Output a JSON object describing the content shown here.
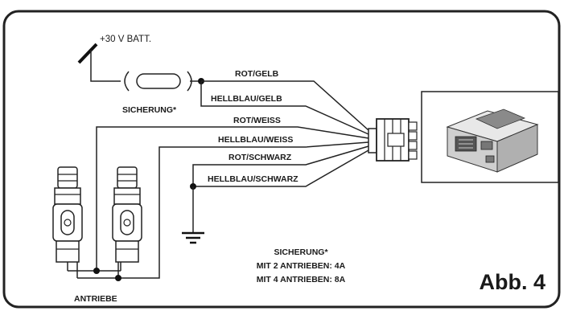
{
  "diagram": {
    "battery_label": "+30 V BATT.",
    "fuse_label": "SICHERUNG*",
    "wires": {
      "red_yellow": "ROT/GELB",
      "lightblue_yellow": "HELLBLAU/GELB",
      "red_white": "ROT/WEISS",
      "lightblue_white": "HELLBLAU/WEISS",
      "red_black": "ROT/SCHWARZ",
      "lightblue_black": "HELLBLAU/SCHWARZ"
    },
    "actuators_label": "ANTRIEBE",
    "note": {
      "title": "SICHERUNG*",
      "line1": "MIT 2 ANTRIEBEN: 4A",
      "line2": "MIT 4 ANTRIEBEN: 8A"
    },
    "figure_label": "Abb. 4"
  }
}
